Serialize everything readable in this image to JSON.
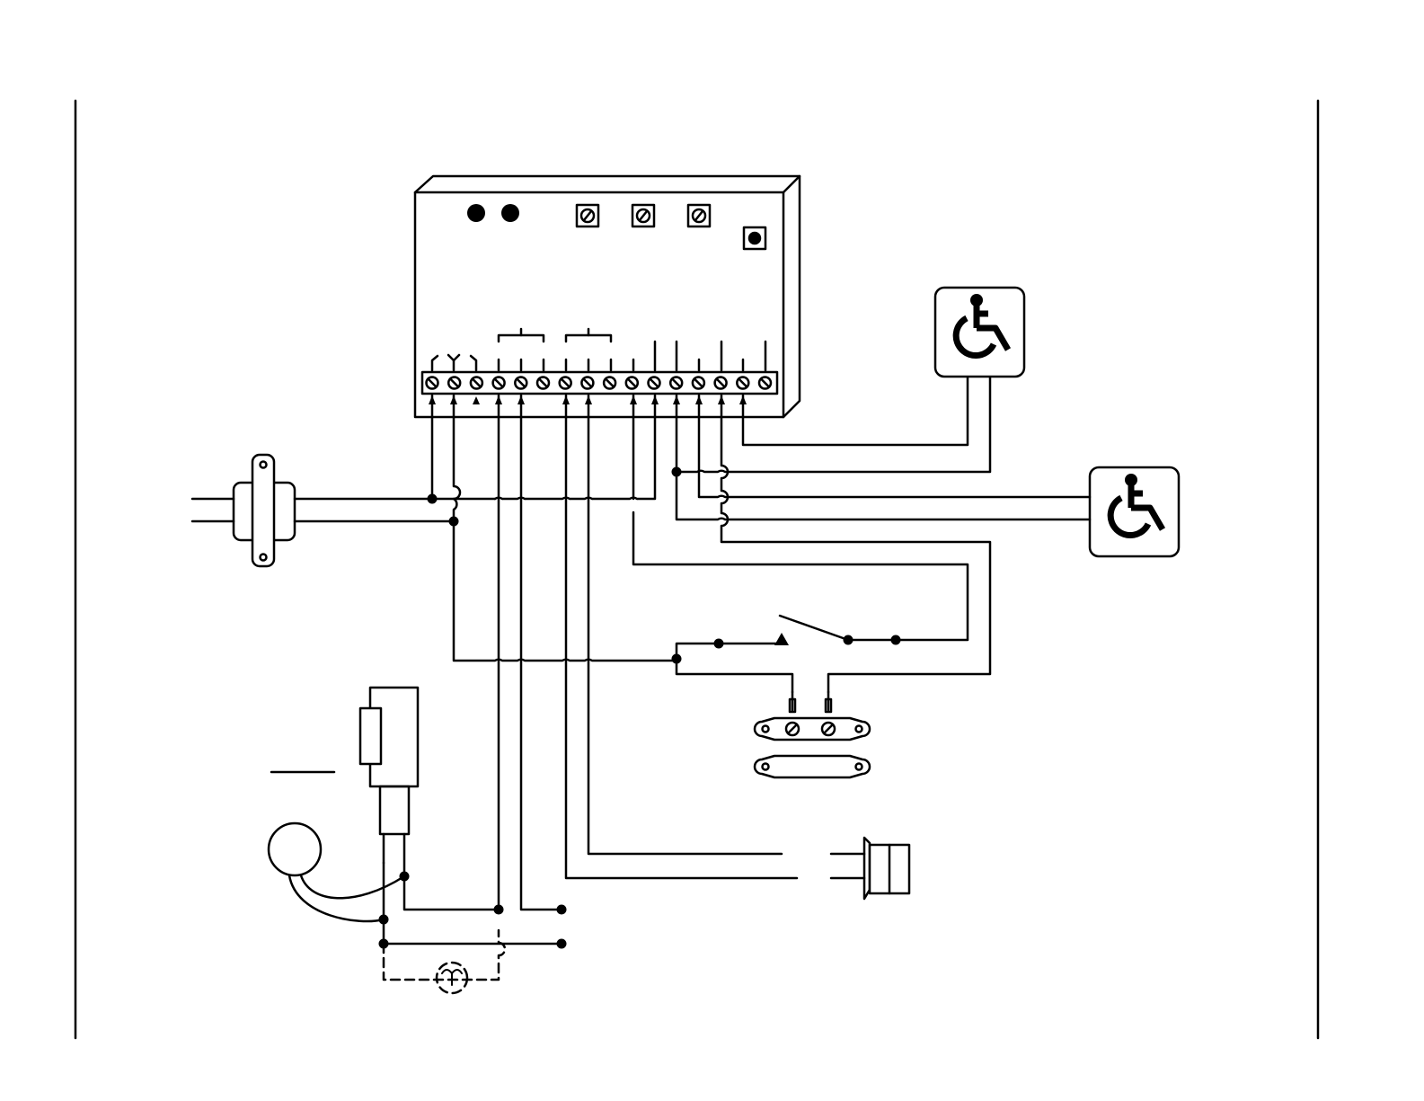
{
  "diagram": {
    "type": "wiring-diagram",
    "components": {
      "control_board": {
        "terminal_count": 16,
        "indicator_leds": 2,
        "adjustment_pots": 3,
        "push_button": 1
      },
      "power_transformer": {
        "name": "transformer"
      },
      "accessibility_pushplate_upper": {
        "icon": "wheelchair-icon"
      },
      "accessibility_pushplate_lower": {
        "icon": "wheelchair-icon"
      },
      "toggle_switch": {
        "name": "switch"
      },
      "magnetic_contact": {
        "name": "reed-contact"
      },
      "electric_strike_connector": {
        "name": "connector"
      },
      "motor_relay": {
        "name": "relay-box"
      },
      "sensor": {
        "name": "round-sensor"
      },
      "optional_device": {
        "name": "dashed-optional"
      }
    },
    "colors": {
      "ink": "#000000",
      "background": "#ffffff"
    }
  }
}
